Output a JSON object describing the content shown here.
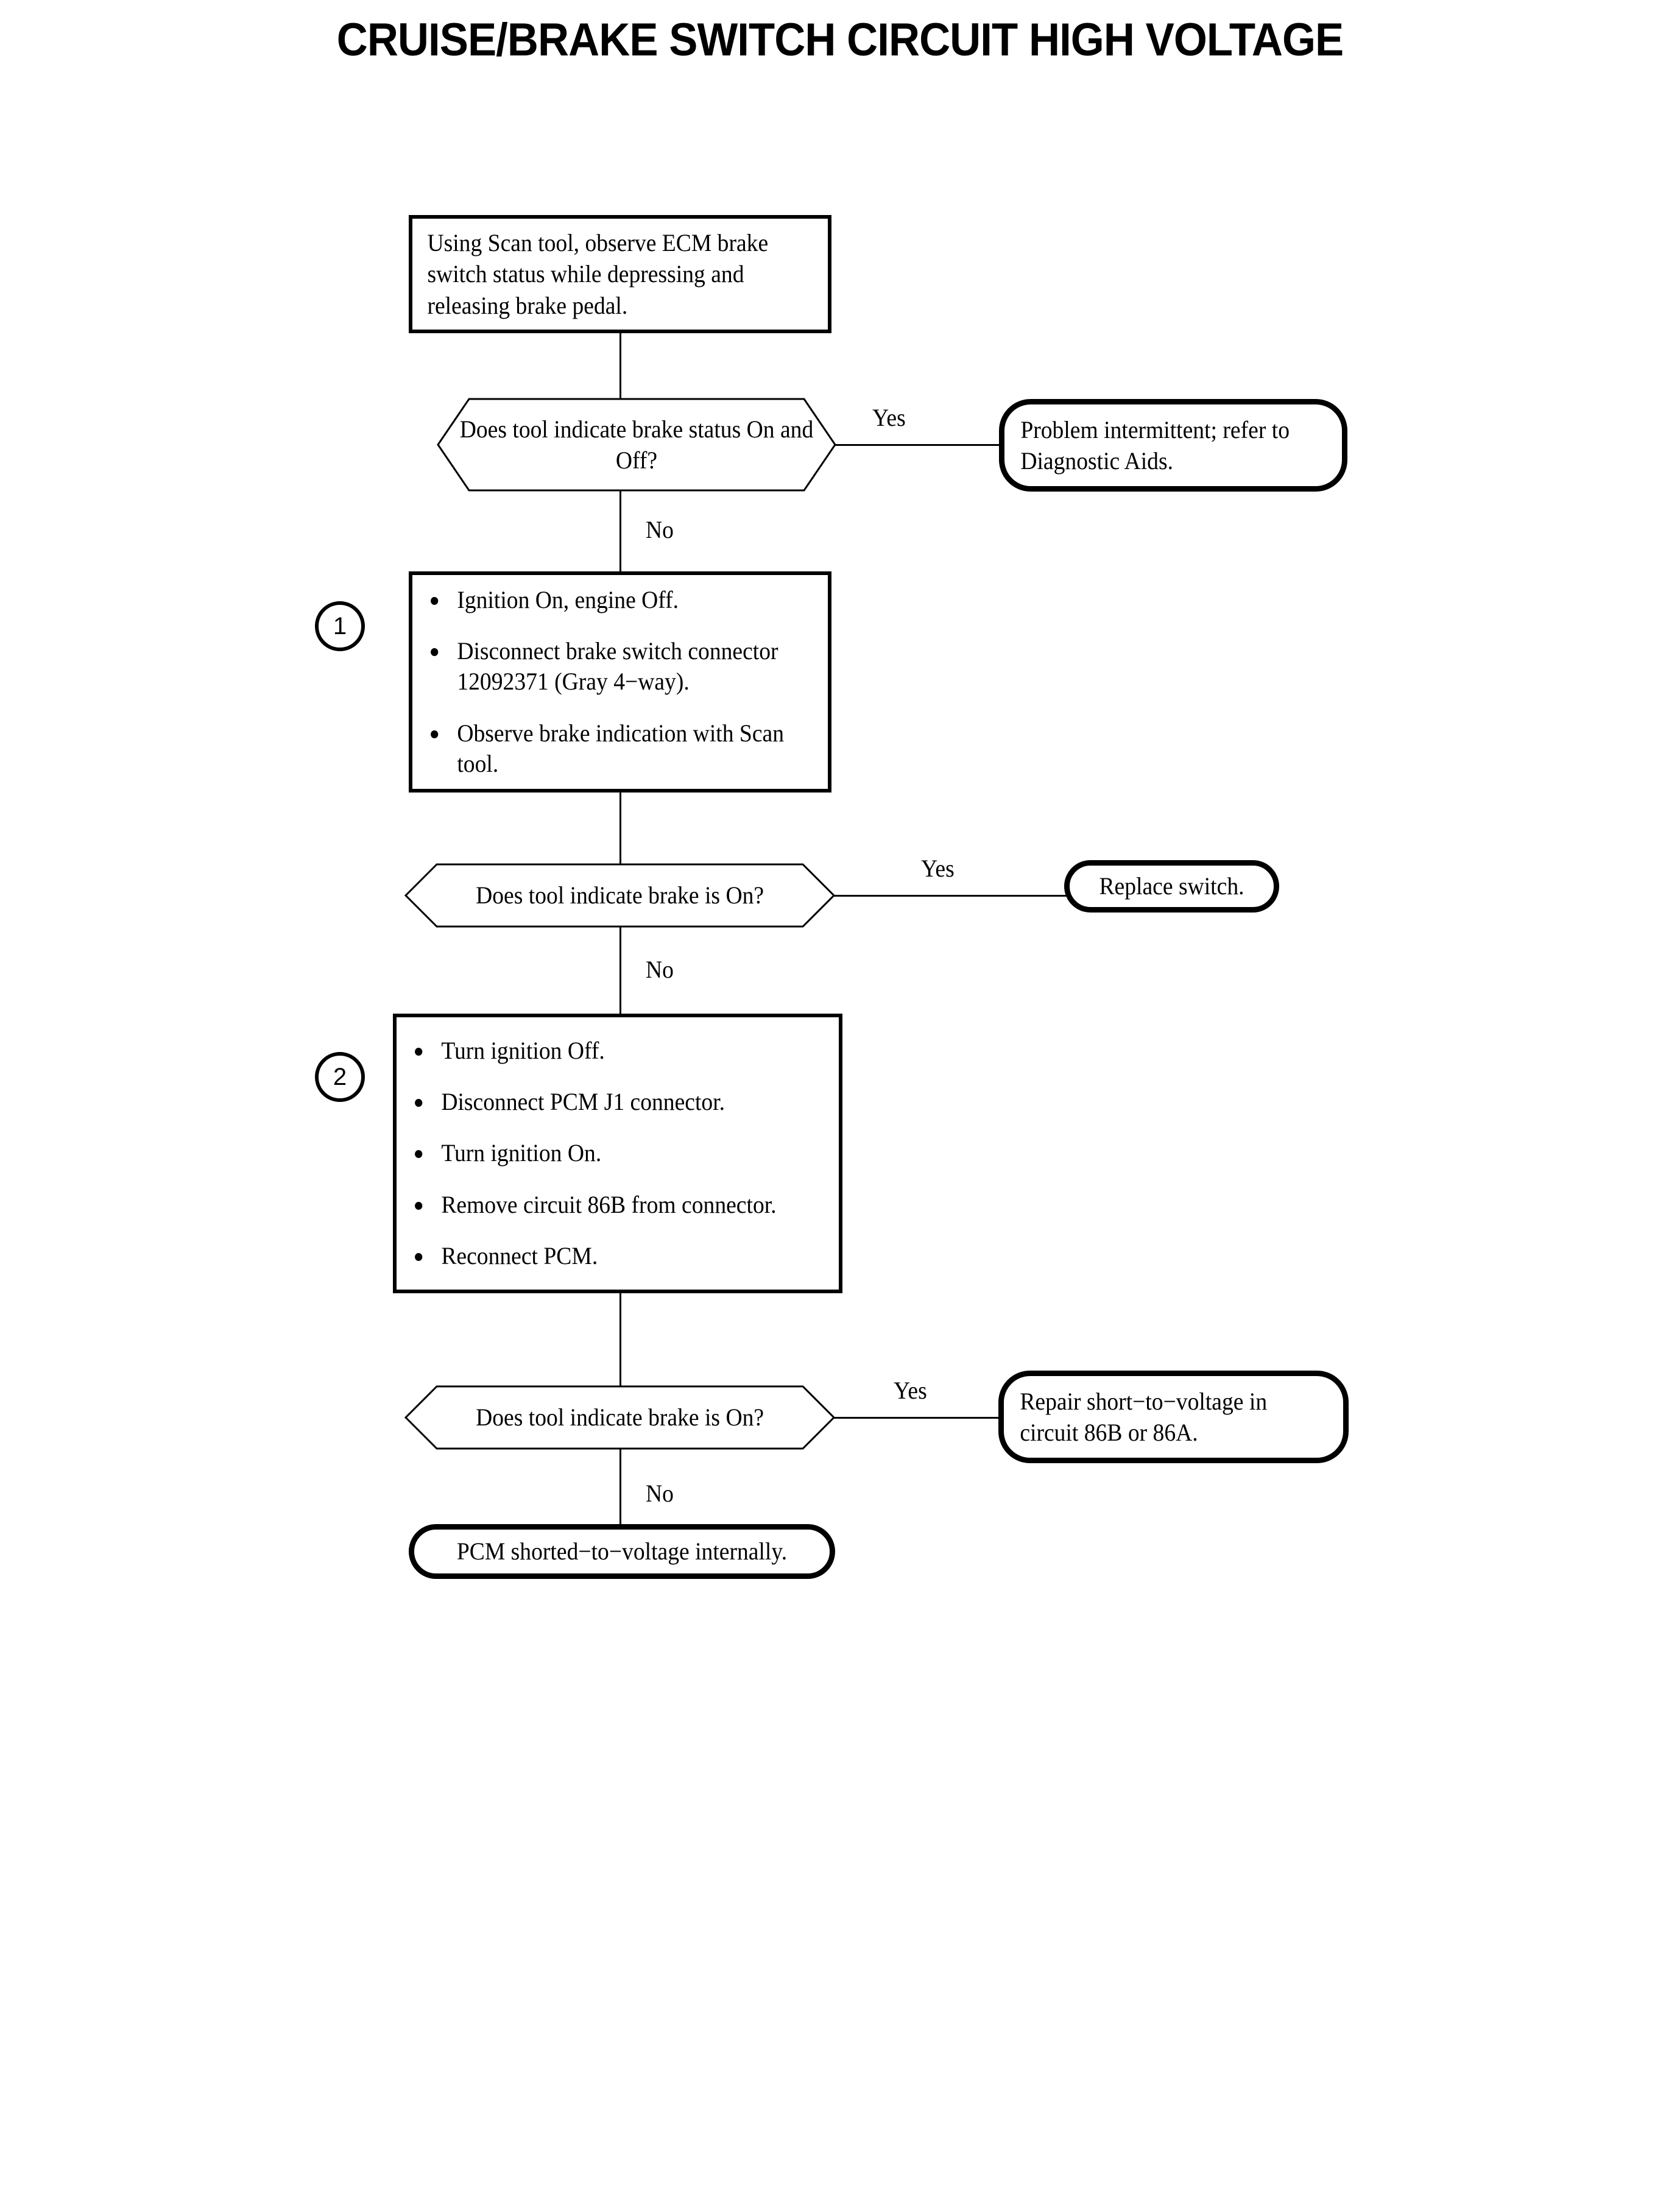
{
  "title": "CRUISE/BRAKE SWITCH CIRCUIT HIGH VOLTAGE",
  "nodes": {
    "start_box": {
      "text": "Using Scan tool, observe ECM brake switch status while depressing and releasing brake pedal."
    },
    "decision_1": {
      "text": "Does tool indicate brake status On and Off?",
      "yes_label": "Yes",
      "no_label": "No"
    },
    "terminator_intermittent": {
      "text": "Problem intermittent; refer to Diagnostic Aids."
    },
    "step_1": {
      "marker": "1",
      "bullets": [
        "Ignition On, engine Off.",
        "Disconnect brake switch connector 12092371 (Gray 4−way).",
        "Observe brake indication with Scan tool."
      ]
    },
    "decision_2": {
      "text": "Does tool indicate brake is On?",
      "yes_label": "Yes",
      "no_label": "No"
    },
    "terminator_replace_switch": {
      "text": "Replace switch."
    },
    "step_2": {
      "marker": "2",
      "bullets": [
        "Turn ignition Off.",
        "Disconnect PCM J1 connector.",
        "Turn ignition On.",
        "Remove circuit 86B from connector.",
        "Reconnect PCM."
      ]
    },
    "decision_3": {
      "text": "Does tool indicate brake is On?",
      "yes_label": "Yes",
      "no_label": "No"
    },
    "terminator_repair_short": {
      "text": "Repair short−to−voltage in circuit 86B or 86A."
    },
    "terminator_pcm_shorted": {
      "text": "PCM shorted−to−voltage internally."
    }
  },
  "colors": {
    "background": "#ffffff",
    "ink": "#000000"
  }
}
